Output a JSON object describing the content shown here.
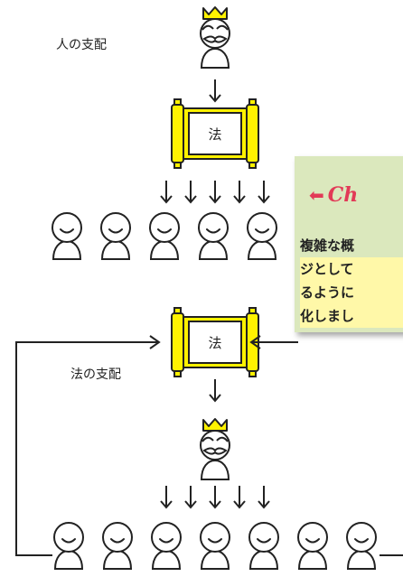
{
  "labels": {
    "rule_of_man": "人の支配",
    "rule_of_law": "法の支配",
    "law": "法"
  },
  "callout": {
    "title": "Ch",
    "lines": [
      "複雑な概",
      "ジとして",
      "るように",
      "化しまし"
    ]
  },
  "colors": {
    "scroll": "#fff200",
    "callout_bg": "#dbe8bd",
    "callout_title": "#e23a57",
    "highlight": "#fff8a8"
  }
}
